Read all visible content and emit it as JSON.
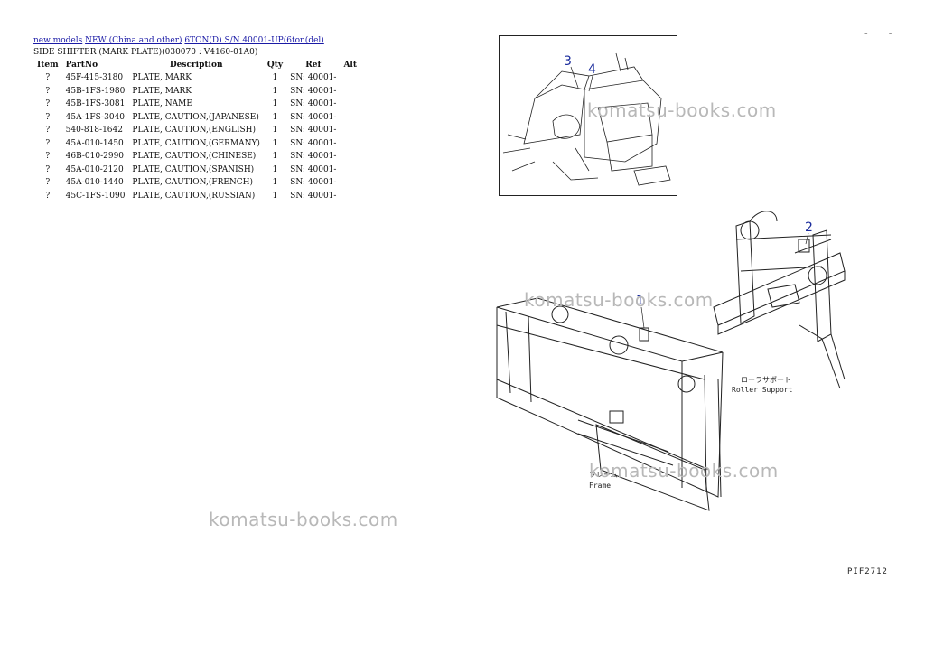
{
  "breadcrumb": {
    "links": [
      "new models",
      "NEW (China and other)",
      "6TON(D) S/N 40001-UP(6ton(del)"
    ]
  },
  "subtitle": "SIDE SHIFTER (MARK PLATE)(030070 : V4160-01A0)",
  "table": {
    "headers": [
      "Item",
      "PartNo",
      "Description",
      "Qty",
      "Ref",
      "Alt"
    ],
    "rows": [
      [
        "?",
        "45F-415-3180",
        "PLATE, MARK",
        "1",
        "SN: 40001-",
        ""
      ],
      [
        "?",
        "45B-1FS-1980",
        "PLATE, MARK",
        "1",
        "SN: 40001-",
        ""
      ],
      [
        "?",
        "45B-1FS-3081",
        "PLATE, NAME",
        "1",
        "SN: 40001-",
        ""
      ],
      [
        "?",
        "45A-1FS-3040",
        "PLATE, CAUTION,(JAPANESE)",
        "1",
        "SN: 40001-",
        ""
      ],
      [
        "?",
        "540-818-1642",
        "PLATE, CAUTION,(ENGLISH)",
        "1",
        "SN: 40001-",
        ""
      ],
      [
        "?",
        "45A-010-1450",
        "PLATE, CAUTION,(GERMANY)",
        "1",
        "SN: 40001-",
        ""
      ],
      [
        "?",
        "46B-010-2990",
        "PLATE, CAUTION,(CHINESE)",
        "1",
        "SN: 40001-",
        ""
      ],
      [
        "?",
        "45A-010-2120",
        "PLATE, CAUTION,(SPANISH)",
        "1",
        "SN: 40001-",
        ""
      ],
      [
        "?",
        "45A-010-1440",
        "PLATE, CAUTION,(FRENCH)",
        "1",
        "SN: 40001-",
        ""
      ],
      [
        "?",
        "45C-1FS-1090",
        "PLATE, CAUTION,(RUSSIAN)",
        "1",
        "SN: 40001-",
        ""
      ]
    ]
  },
  "watermark": "komatsu-books.com",
  "corner_marks": "- -",
  "page_code": "PIF2712",
  "diagram": {
    "callouts": [
      "1",
      "2",
      "3",
      "4"
    ],
    "label_roller_jp": "ローラサポート",
    "label_roller_en": "Roller Support",
    "label_frame_jp": "フレーム",
    "label_frame_en": "Frame"
  },
  "colors": {
    "link": "#1a1aa6",
    "callout": "#1b2c9c",
    "watermark": "#b8b8b8"
  }
}
